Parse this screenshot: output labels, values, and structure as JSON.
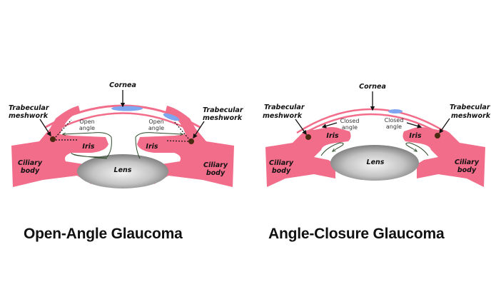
{
  "colors": {
    "tissue": "#f26d8a",
    "cornea_fluid": "#7fa6f0",
    "meshwork": "#4a2a10",
    "lens_dark": "#8c8c8c",
    "lens_light": "#f2f2f2",
    "text": "#111111",
    "flow_line": "#2e4a2a"
  },
  "panels": [
    {
      "id": "open-angle",
      "title": "Open-Angle Glaucoma",
      "labels": {
        "cornea": "Cornea",
        "trabecular_left": [
          "Trabecular",
          "meshwork"
        ],
        "trabecular_right": [
          "Trabecular",
          "meshwork"
        ],
        "angle_left": [
          "Open",
          "angle"
        ],
        "angle_right": [
          "Open",
          "angle"
        ],
        "iris_left": "Iris",
        "iris_right": "Iris",
        "lens": "Lens",
        "ciliary_left": [
          "Ciliary",
          "body"
        ],
        "ciliary_right": [
          "Ciliary",
          "body"
        ]
      }
    },
    {
      "id": "angle-closure",
      "title": "Angle-Closure Glaucoma",
      "labels": {
        "cornea": "Cornea",
        "trabecular_left": [
          "Trabecular",
          "meshwork"
        ],
        "trabecular_right": [
          "Trabecular",
          "meshwork"
        ],
        "angle_left": [
          "Closed",
          "angle"
        ],
        "angle_right": [
          "Closed",
          "angle"
        ],
        "iris_left": "Iris",
        "iris_right": "Iris",
        "lens": "Lens",
        "ciliary_left": [
          "Ciliary",
          "body"
        ],
        "ciliary_right": [
          "Ciliary",
          "body"
        ]
      }
    }
  ]
}
